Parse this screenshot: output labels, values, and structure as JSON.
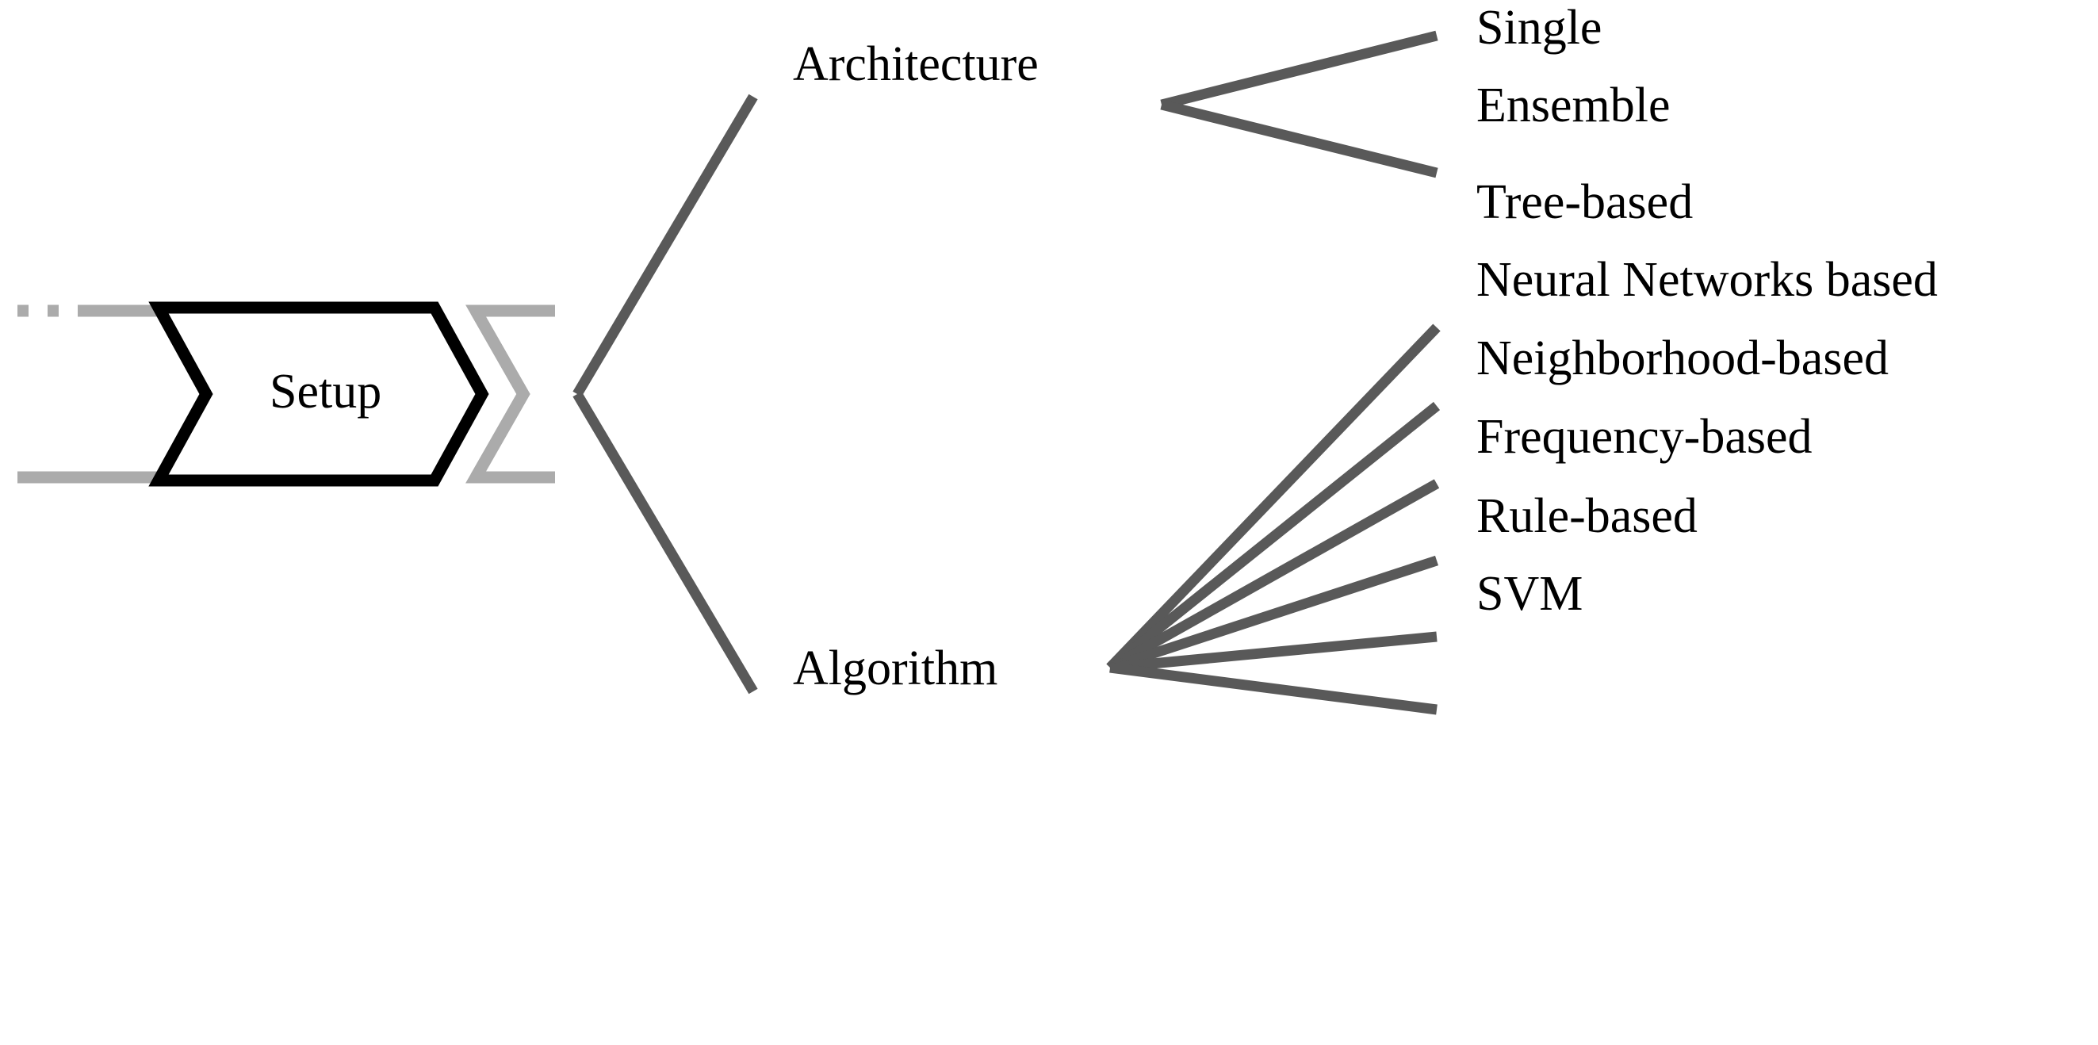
{
  "diagram": {
    "type": "tree-taxonomy",
    "background_color": "#ffffff",
    "stage": {
      "label": "Setup",
      "shape": "chevron",
      "stroke_color": "#000000",
      "ghost_stroke_color": "#ababab",
      "ghost_style": "dash-dot"
    },
    "connector_color": "#595959",
    "branches": [
      {
        "label": "Architecture",
        "children": [
          {
            "label": "Single"
          },
          {
            "label": "Ensemble"
          }
        ]
      },
      {
        "label": "Algorithm",
        "children": [
          {
            "label": "Tree-based"
          },
          {
            "label": "Neural Networks based"
          },
          {
            "label": "Neighborhood-based"
          },
          {
            "label": "Frequency-based"
          },
          {
            "label": "Rule-based"
          },
          {
            "label": "SVM"
          }
        ]
      }
    ]
  }
}
